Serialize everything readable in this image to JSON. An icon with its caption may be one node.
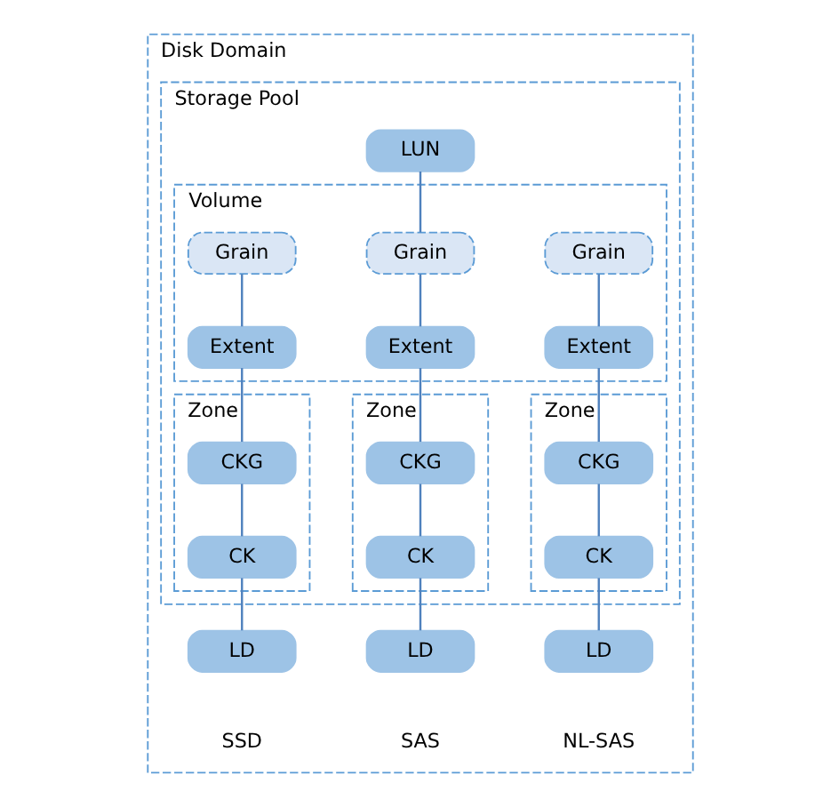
{
  "diagram": {
    "nodes": [
      {
        "text": [
          "Disk Domain"
        ]
      },
      {
        "text": [
          "Storage Pool"
        ],
        "in": 0
      },
      {
        "text": [
          "LUN"
        ],
        "in": 1
      },
      {
        "text": [
          "Volume"
        ],
        "in": 1
      },
      {
        "text": [
          "Grain"
        ],
        "in": 3
      },
      {
        "text": [
          "Grain"
        ],
        "in": 3
      },
      {
        "text": [
          "Grain"
        ],
        "in": 3
      },
      {
        "text": [
          "Extent"
        ],
        "in": 3
      },
      {
        "text": [
          "Extent"
        ],
        "in": 3
      },
      {
        "text": [
          "Extent"
        ],
        "in": 3
      },
      {
        "text": [
          "Zone"
        ],
        "in": 1
      },
      {
        "text": [
          "CKG"
        ],
        "in": 10
      },
      {
        "text": [
          "CK"
        ],
        "in": 10
      },
      {
        "text": [
          "Zone"
        ],
        "in": 1
      },
      {
        "text": [
          "CKG"
        ],
        "in": 13
      },
      {
        "text": [
          "CK"
        ],
        "in": 13
      },
      {
        "text": [
          "Zone"
        ],
        "in": 1
      },
      {
        "text": [
          "CKG"
        ],
        "in": 16
      },
      {
        "text": [
          "CK"
        ],
        "in": 16
      },
      {
        "text": [
          "LD"
        ],
        "in": 0,
        "beside": [
          "SSD"
        ]
      },
      {
        "text": [
          "LD"
        ],
        "in": 0,
        "beside": [
          "SAS"
        ]
      },
      {
        "text": [
          "LD"
        ],
        "in": 0,
        "beside": [
          "NL-SAS"
        ]
      }
    ],
    "edges": [
      {
        "from": 2,
        "to": 5,
        "arrow": "none"
      },
      {
        "from": 4,
        "to": 7,
        "arrow": "none"
      },
      {
        "from": 5,
        "to": 8,
        "arrow": "none"
      },
      {
        "from": 6,
        "to": 9,
        "arrow": "none"
      },
      {
        "from": 7,
        "to": 11,
        "arrow": "none"
      },
      {
        "from": 8,
        "to": 14,
        "arrow": "none"
      },
      {
        "from": 9,
        "to": 17,
        "arrow": "none"
      },
      {
        "from": 11,
        "to": 12,
        "arrow": "none"
      },
      {
        "from": 14,
        "to": 15,
        "arrow": "none"
      },
      {
        "from": 17,
        "to": 18,
        "arrow": "none"
      },
      {
        "from": 12,
        "to": 19,
        "arrow": "none"
      },
      {
        "from": 15,
        "to": 20,
        "arrow": "none"
      },
      {
        "from": 18,
        "to": 21,
        "arrow": "none"
      }
    ]
  }
}
